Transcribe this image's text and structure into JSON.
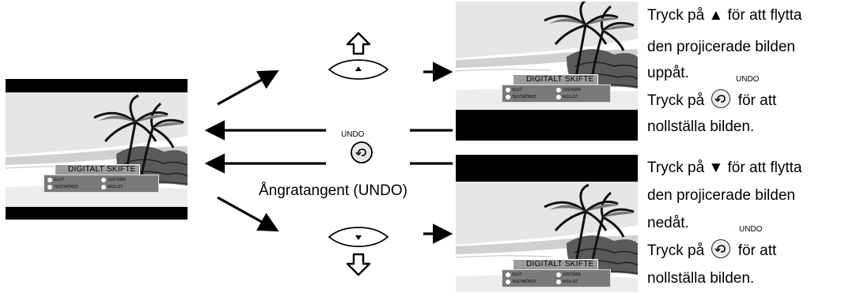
{
  "osd": {
    "title": "DIGITALT SKIFTE",
    "items": [
      "SLUT",
      "JUSTERA",
      "TESTMÖNST.",
      "NOLLST."
    ]
  },
  "undo_button": {
    "top_label": "UNDO",
    "caption": "Ångratangent (UNDO)"
  },
  "desc_up": {
    "line1_pre": "Tryck på",
    "line1_post": "för att flytta",
    "line2": "den projicerade bilden",
    "line3": "uppåt.",
    "undo_label": "UNDO",
    "line4_pre": "Tryck på",
    "line4_post": "för att",
    "line5": "nollställa bilden."
  },
  "desc_down": {
    "line1_pre": "Tryck på",
    "line1_post": "för att flytta",
    "line2": "den projicerade bilden",
    "line3": "nedåt.",
    "undo_label": "UNDO",
    "line4_pre": "Tryck på",
    "line4_post": "för att",
    "line5": "nollställa bilden."
  },
  "icons": {
    "up_arrow_key": "triangle-up-icon",
    "down_arrow_key": "triangle-down-icon",
    "undo": "undo-icon"
  }
}
